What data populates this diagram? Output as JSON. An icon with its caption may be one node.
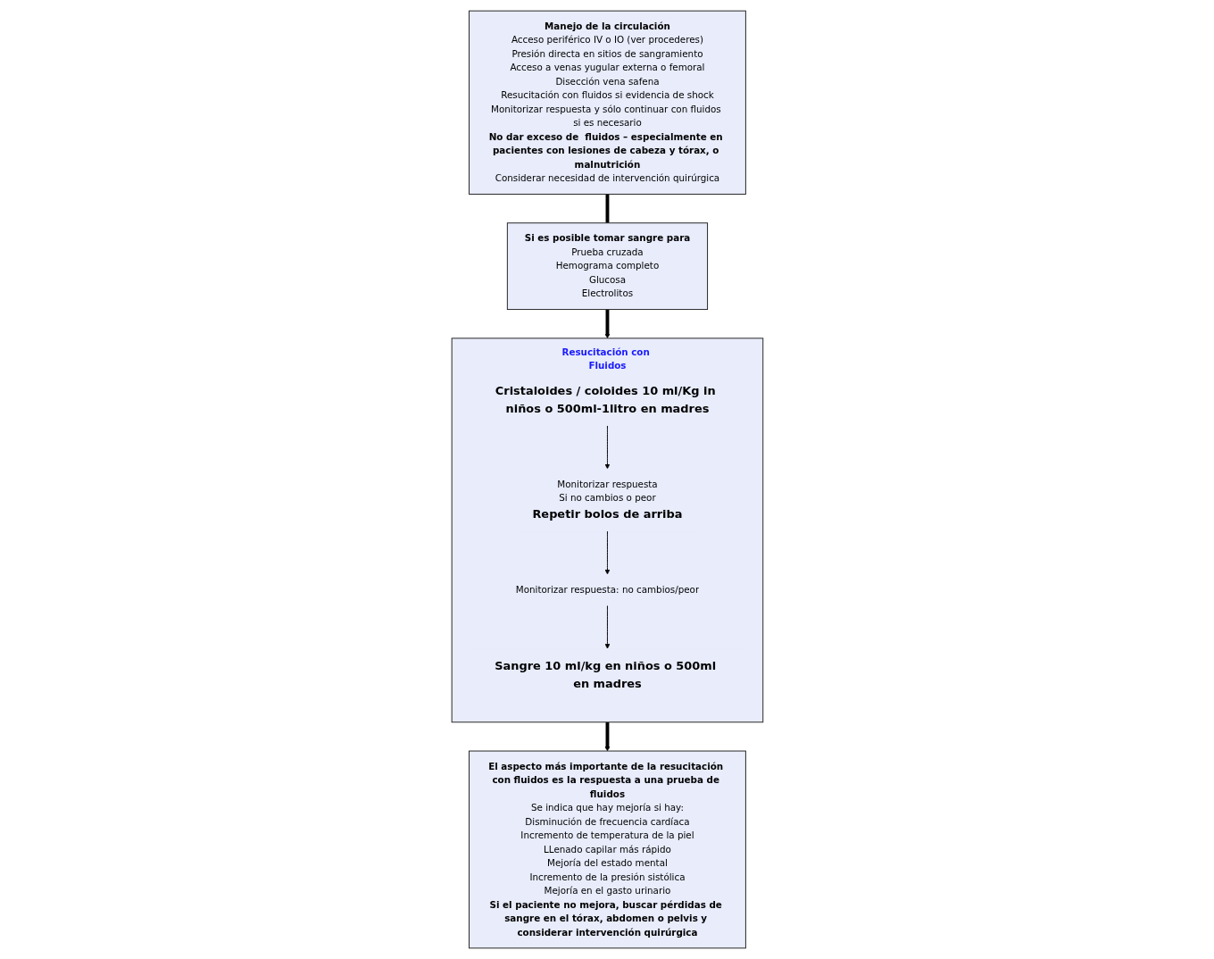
{
  "diagram": {
    "nodes": [
      {
        "text": [
          "Manejo de la circulación",
          "Acceso periférico IV o IO (ver procederes)",
          "Presión directa en sitios de sangramiento",
          "Acceso a venas yugular externa o femoral",
          "Disección vena safena",
          "Resucitación con fluidos si evidencia de shock",
          "Monitorizar respuesta y sólo continuar con fluidos si es necesario",
          "No dar exceso de  fluidos – especialmente en pacientes con lesiones de cabeza y tórax, o malnutrición",
          "Considerar necesidad de intervención quirúrgica"
        ]
      },
      {
        "text": [
          "Si es posible tomar sangre para",
          "Prueba cruzada",
          "Hemograma completo",
          "Glucosa",
          "Electrolitos"
        ]
      },
      {
        "text": [
          "Resucitación con Fluidos"
        ]
      },
      {
        "text": [
          "Cristaloides / coloides 10 ml/Kg in niños o 500ml-1litro en madres"
        ],
        "in": 2
      },
      {
        "text": [
          "Monitorizar respuesta",
          "Si no cambios o peor",
          "Repetir bolos de arriba"
        ],
        "in": 2
      },
      {
        "text": [
          "Monitorizar respuesta: no cambios/peor"
        ],
        "in": 2
      },
      {
        "text": [
          "Sangre 10 ml/kg en niños o 500ml en madres"
        ],
        "in": 2
      },
      {
        "text": [
          "El aspecto más importante de la resucitación con fluidos es la respuesta a una prueba de fluidos",
          "Se indica que hay mejoría si hay:",
          "Disminución de frecuencia cardíaca",
          "Incremento de temperatura de la piel",
          "LLenado capilar más rápido",
          "Mejoría del estado mental",
          "Incremento de la presión sistólica",
          "Mejoría en el gasto urinario",
          "Si el paciente no mejora, buscar pérdidas de sangre en el tórax, abdomen o pelvis y considerar intervención quirúrgica"
        ]
      }
    ],
    "edges": [
      {
        "from": 0,
        "to": 1,
        "arrow": "none",
        "style": "thick"
      },
      {
        "from": 1,
        "to": 2,
        "arrow": "to",
        "style": "thick"
      },
      {
        "from": 3,
        "to": 4,
        "arrow": "to"
      },
      {
        "from": 4,
        "to": 5,
        "arrow": "to"
      },
      {
        "from": 5,
        "to": 6,
        "arrow": "to"
      },
      {
        "from": 2,
        "to": 7,
        "arrow": "to",
        "style": "thick"
      }
    ]
  }
}
